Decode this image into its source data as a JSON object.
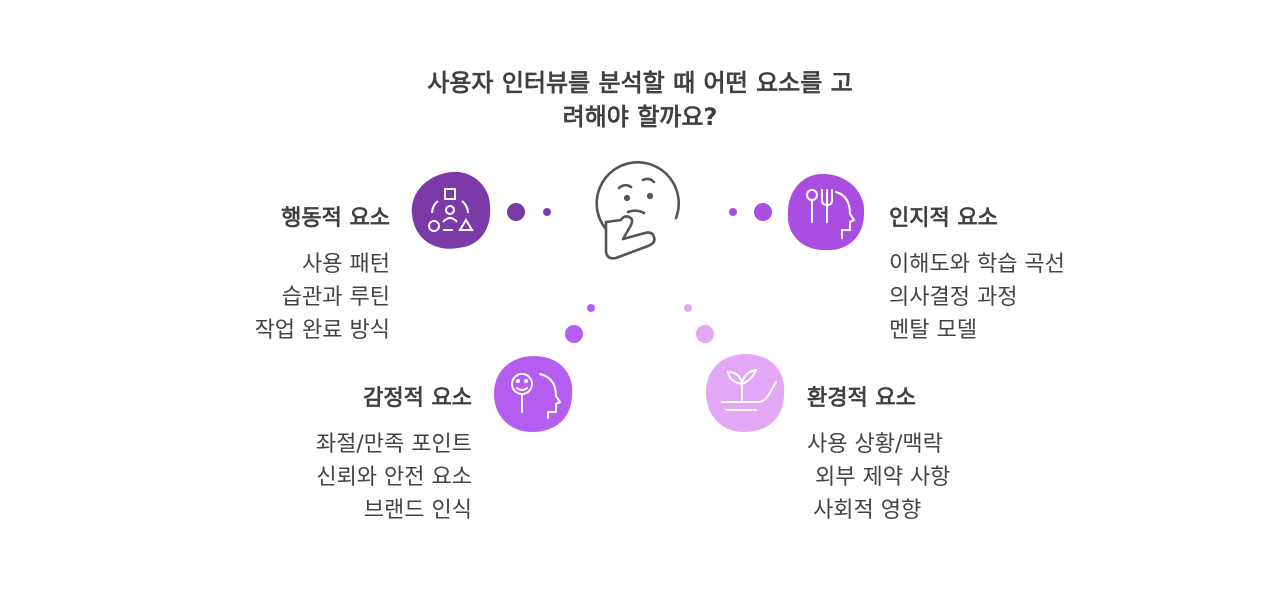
{
  "title_line1": "사용자 인터뷰를 분석할 때 어떤 요소를 고",
  "title_line2": "려해야 할까요?",
  "colors": {
    "behavioral": "#7c3aa8",
    "cognitive": "#a94ee0",
    "emotional": "#b55df0",
    "environmental": "#e2a8f5",
    "center_line": "#555555"
  },
  "sections": {
    "behavioral": {
      "heading": "행동적 요소",
      "icon": "shapes-person-icon",
      "items": [
        "사용 패턴",
        "습관과 루틴",
        "작업 완료 방식"
      ]
    },
    "cognitive": {
      "heading": "인지적 요소",
      "icon": "head-utensils-icon",
      "items": [
        "이해도와 학습 곡선",
        "의사결정 과정",
        "멘탈 모델"
      ]
    },
    "emotional": {
      "heading": "감정적 요소",
      "icon": "smile-head-icon",
      "items": [
        "좌절/만족 포인트",
        "신뢰와 안전 요소",
        "브랜드 인식"
      ]
    },
    "environmental": {
      "heading": "환경적 요소",
      "icon": "plant-hand-icon",
      "items": [
        "사용 상황/맥락",
        "외부 제약 사항",
        "사회적 영향"
      ]
    }
  },
  "center_icon": "thinking-face-icon"
}
